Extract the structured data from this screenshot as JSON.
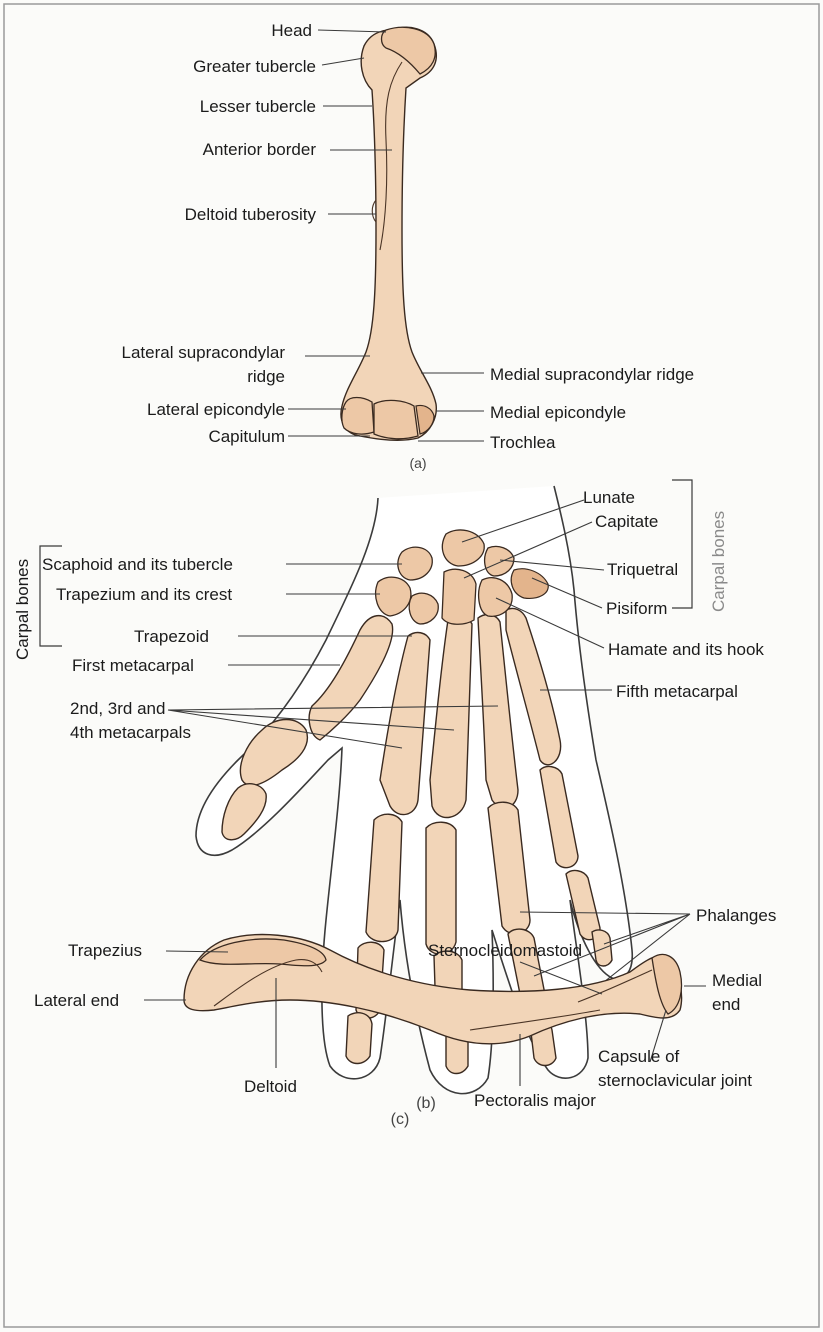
{
  "panel_a": {
    "caption": "(a)",
    "labels": {
      "head": "Head",
      "greater_tubercle": "Greater tubercle",
      "lesser_tubercle": "Lesser tubercle",
      "anterior_border": "Anterior border",
      "deltoid_tuberosity": "Deltoid tuberosity",
      "lateral_supracondylar_1": "Lateral supracondylar",
      "lateral_supracondylar_2": "ridge",
      "lateral_epicondyle": "Lateral epicondyle",
      "capitulum": "Capitulum",
      "medial_supracondylar": "Medial supracondylar ridge",
      "medial_epicondyle": "Medial epicondyle",
      "trochlea": "Trochlea"
    }
  },
  "panel_b": {
    "caption": "(b)",
    "carpal_bones_left": "Carpal bones",
    "carpal_bones_right": "Carpal bones",
    "labels": {
      "scaphoid": "Scaphoid and its tubercle",
      "trapezium": "Trapezium and its crest",
      "trapezoid": "Trapezoid",
      "first_metacarpal": "First metacarpal",
      "metacarpals_234_1": "2nd, 3rd and",
      "metacarpals_234_2": "4th metacarpals",
      "lunate": "Lunate",
      "capitate": "Capitate",
      "triquetral": "Triquetral",
      "pisiform": "Pisiform",
      "hamate": "Hamate and its hook",
      "fifth_metacarpal": "Fifth metacarpal",
      "phalanges": "Phalanges"
    }
  },
  "panel_c": {
    "caption": "(c)",
    "labels": {
      "trapezius": "Trapezius",
      "lateral_end": "Lateral end",
      "deltoid": "Deltoid",
      "sternocleidomastoid": "Sternocleidomastoid",
      "medial_end_1": "Medial",
      "medial_end_2": "end",
      "capsule_1": "Capsule of",
      "capsule_2": "sternoclavicular joint",
      "pectoralis_major": "Pectoralis major"
    }
  },
  "colors": {
    "bone_fill": "#f2d5b8",
    "bone_outline": "#3a2a20",
    "skin_outline": "#3b3b3b",
    "label_text": "#1b1b1b",
    "background": "#fbfbf9"
  }
}
